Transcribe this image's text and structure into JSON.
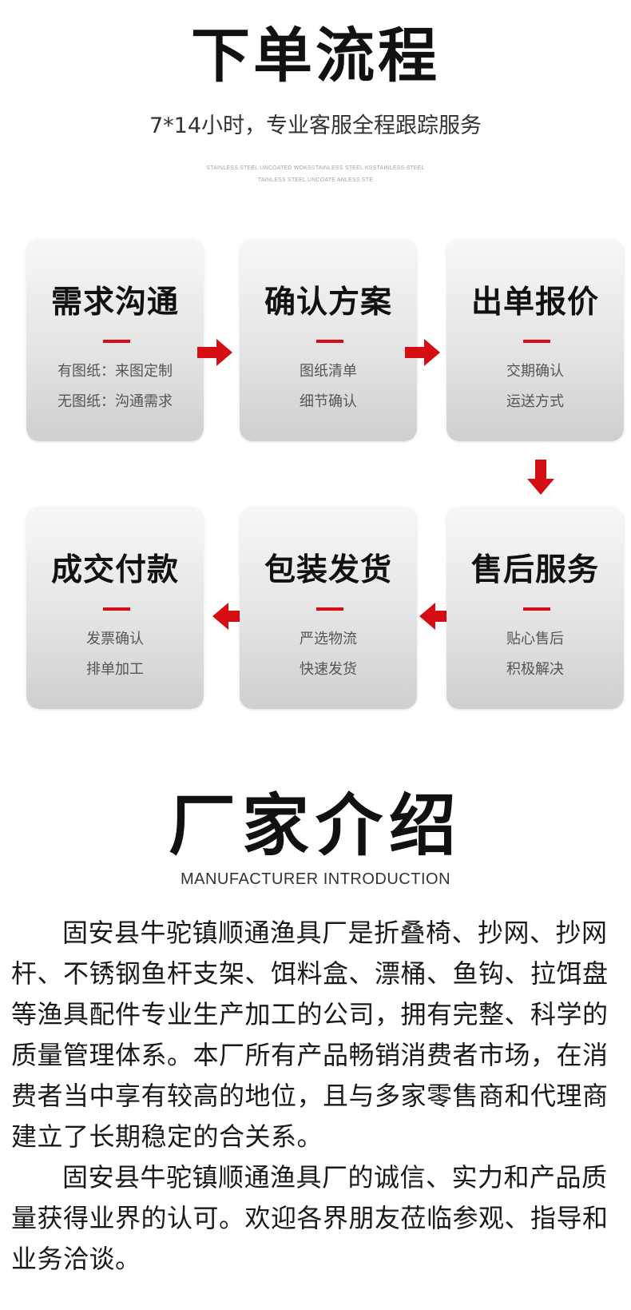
{
  "header": {
    "title": "下单流程",
    "subtitle": "7*14小时，专业客服全程跟踪服务",
    "fine_print_1": "STAINLESS STEEL UNCOATED WOKSSTAINLESS STEEL KSSTAINLESS STEEL",
    "fine_print_2": "TAINLESS STEEL UNCOATE ANLESS STE"
  },
  "steps": [
    {
      "title": "需求沟通",
      "line1": "有图纸：来图定制",
      "line2": "无图纸：沟通需求"
    },
    {
      "title": "确认方案",
      "line1": "图纸清单",
      "line2": "细节确认"
    },
    {
      "title": "出单报价",
      "line1": "交期确认",
      "line2": "运送方式"
    },
    {
      "title": "售后服务",
      "line1": "贴心售后",
      "line2": "积极解决"
    },
    {
      "title": "包装发货",
      "line1": "严选物流",
      "line2": "快速发货"
    },
    {
      "title": "成交付款",
      "line1": "发票确认",
      "line2": "排单加工"
    }
  ],
  "colors": {
    "accent": "#d40e12",
    "card_top": "#f7f7f7",
    "card_bottom": "#cfcfcf"
  },
  "icons": {
    "arrow_right": "arrow-right-icon",
    "arrow_down": "arrow-down-icon",
    "arrow_left": "arrow-left-icon"
  },
  "manufacturer": {
    "title": "厂家介绍",
    "subtitle": "MANUFACTURER INTRODUCTION",
    "paragraphs": [
      "固安县牛驼镇顺通渔具厂是折叠椅、抄网、抄网杆、不锈钢鱼杆支架、饵料盒、漂桶、鱼钩、拉饵盘等渔具配件专业生产加工的公司，拥有完整、科学的质量管理体系。本厂所有产品畅销消费者市场，在消费者当中享有较高的地位，且与多家零售商和代理商建立了长期稳定的合关系。",
      "固安县牛驼镇顺通渔具厂的诚信、实力和产品质量获得业界的认可。欢迎各界朋友莅临参观、指导和业务洽谈。"
    ]
  }
}
